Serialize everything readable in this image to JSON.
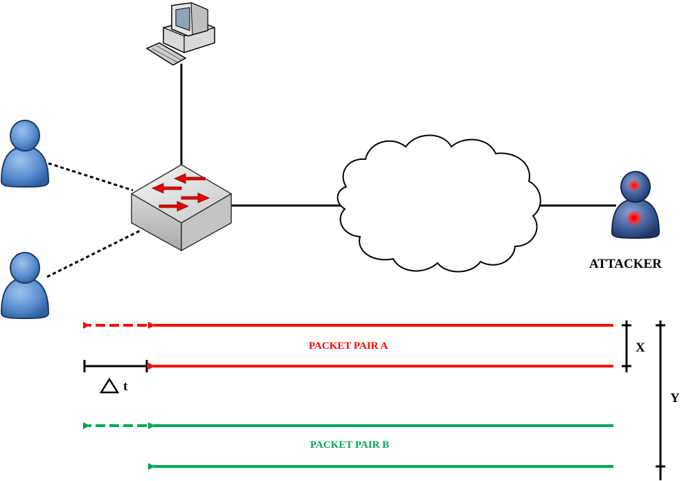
{
  "labels": {
    "attacker": "ATTACKER",
    "packet_pair_a": "PACKET PAIR A",
    "packet_pair_b": "PACKET PAIR B",
    "x_marker": "X",
    "y_marker": "Y",
    "delta_t_symbol": "t"
  },
  "colors": {
    "packet_pair_a": "#ff0000",
    "packet_pair_b": "#00a651",
    "link": "#000000",
    "user_icon": "#5b8fcf",
    "attacker_icon": "#3f5f9a",
    "attacker_target": "#ff1a1a"
  },
  "icons": {
    "workstation": "desktop-computer-icon",
    "users": "user-icon",
    "switch": "network-switch-icon",
    "cloud": "internet-cloud-icon",
    "attacker": "attacker-user-icon"
  }
}
